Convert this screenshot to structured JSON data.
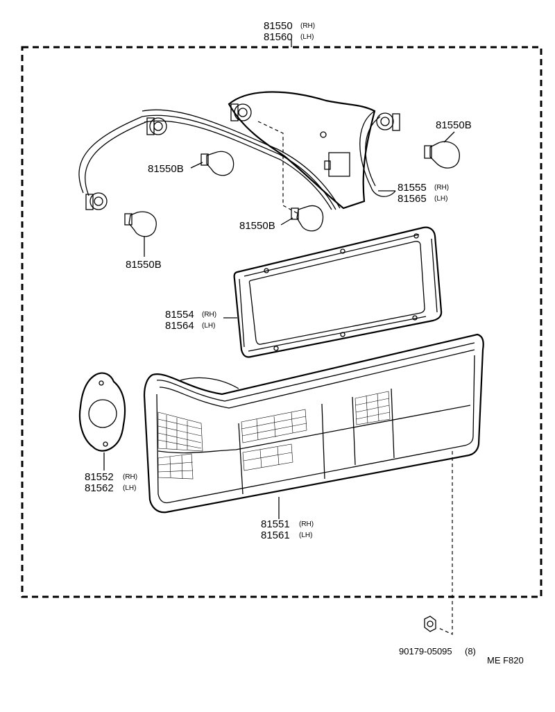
{
  "labels": {
    "assembly": {
      "rh": "81550",
      "rh_side": "(RH)",
      "lh": "81560",
      "lh_side": "(LH)"
    },
    "bulb_top_right": "81550B",
    "bulb_left_mid": "81550B",
    "bulb_center": "81550B",
    "bulb_left_bottom": "81550B",
    "socket_wire": {
      "rh": "81555",
      "rh_side": "(RH)",
      "lh": "81565",
      "lh_side": "(LH)"
    },
    "gasket_frame": {
      "rh": "81554",
      "rh_side": "(RH)",
      "lh": "81564",
      "lh_side": "(LH)"
    },
    "gasket_small": {
      "rh": "81552",
      "rh_side": "(RH)",
      "lh": "81562",
      "lh_side": "(LH)"
    },
    "lens": {
      "rh": "81551",
      "rh_side": "(RH)",
      "lh": "81561",
      "lh_side": "(LH)"
    },
    "nut": {
      "number": "90179-05095",
      "qty": "(8)"
    },
    "figure_code": "ME  F820"
  }
}
